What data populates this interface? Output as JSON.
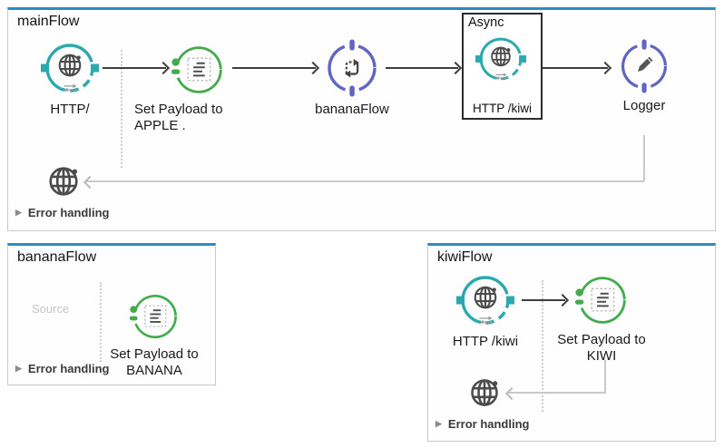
{
  "glyphs": {
    "expander": "▶"
  },
  "colors": {
    "flow_border_top": "#2b8bc4",
    "http_teal": "#2ba9ae",
    "payload_green": "#43ab4c",
    "ref_purple": "#5e66c2",
    "arrow_dark": "#3e3e3e",
    "return_line_gray": "#c9c9c9"
  },
  "main_flow": {
    "title": "mainFlow",
    "http_label": "HTTP/",
    "set_payload_label": "Set Payload to APPLE .",
    "flow_ref_label": "bananaFlow",
    "async_title": "Async",
    "async_http_label": "HTTP /kiwi",
    "logger_label": "Logger",
    "error_handling": "Error handling"
  },
  "banana_flow": {
    "title": "bananaFlow",
    "source_label": "Source",
    "set_payload_label": "Set Payload to BANANA",
    "error_handling": "Error handling"
  },
  "kiwi_flow": {
    "title": "kiwiFlow",
    "http_label": "HTTP /kiwi",
    "set_payload_label": "Set Payload to KIWI",
    "error_handling": "Error handling"
  }
}
